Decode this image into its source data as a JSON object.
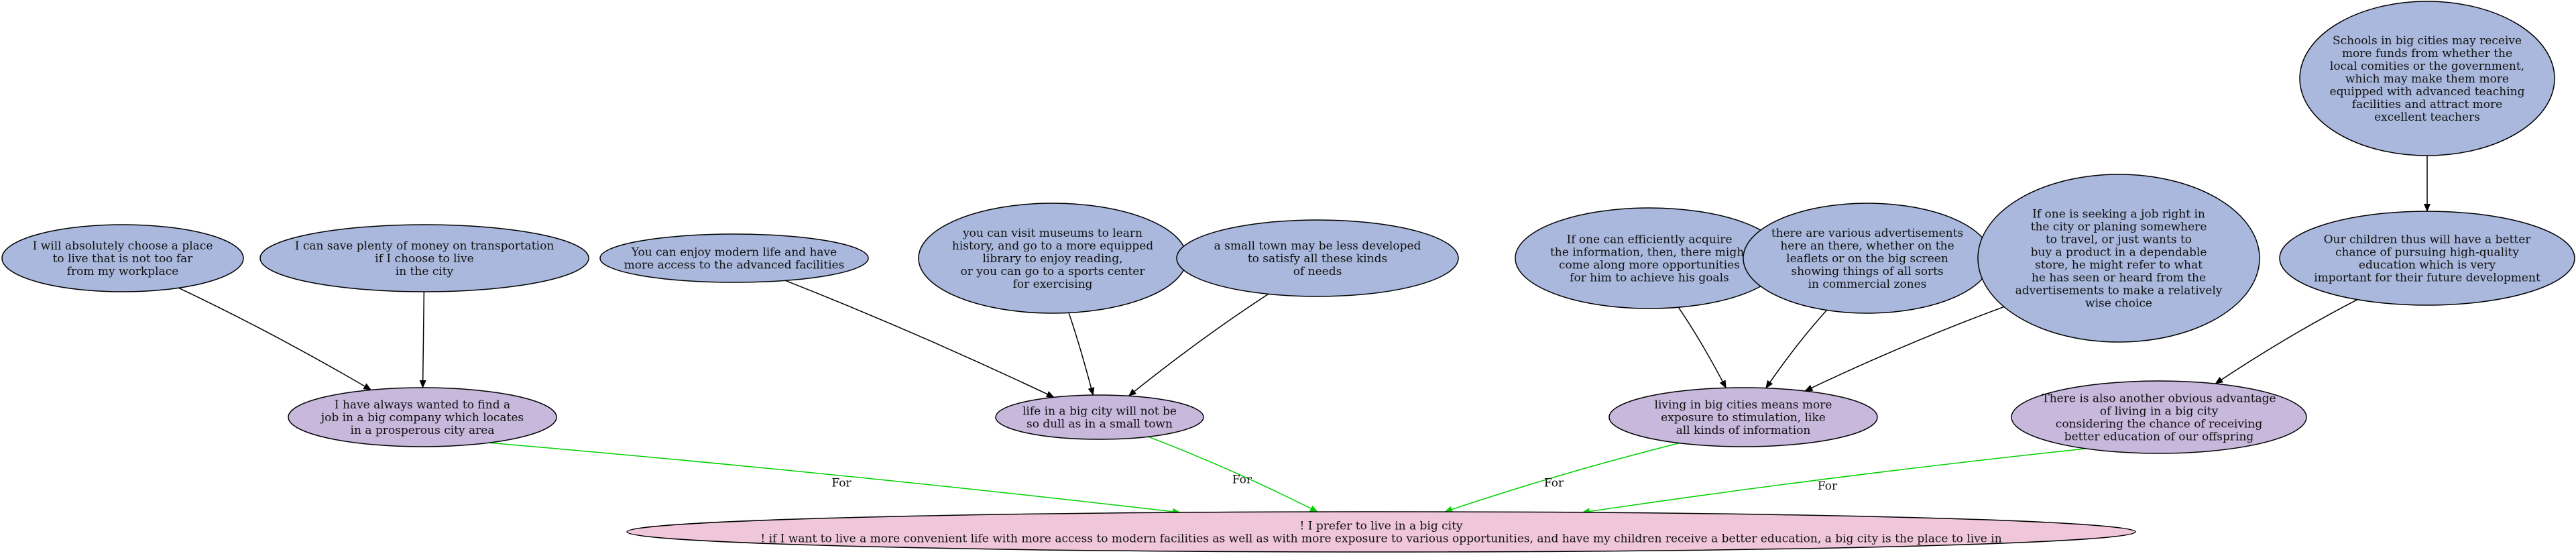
{
  "colors": {
    "reason": "#a9b8dc",
    "support": "#c7b8dc",
    "conclusion": "#f0c6da",
    "support_edge": "#00d000",
    "detail_edge": "#000000"
  },
  "nodes": [
    {
      "id": "root",
      "kind": "conclusion",
      "lines": [
        "! I prefer to live in a big city",
        "! if I want to live a more convenient life with more access to modern facilities as well as with more exposure to various opportunities, and have my children receive a better education, a big city is the place to live in"
      ]
    },
    {
      "id": "s1",
      "kind": "support",
      "lines": [
        "I have always wanted to find a",
        "job in a big company which locates",
        "in a prosperous city area"
      ]
    },
    {
      "id": "s2",
      "kind": "support",
      "lines": [
        "life in a big city will not be",
        "so dull as in a small town"
      ]
    },
    {
      "id": "s3",
      "kind": "support",
      "lines": [
        "living in big cities means more",
        "exposure to stimulation, like",
        "all kinds of information"
      ]
    },
    {
      "id": "s4",
      "kind": "support",
      "lines": [
        "There is also another obvious advantage",
        "of living in a big city",
        "considering the chance of receiving",
        "better education of our offspring"
      ]
    },
    {
      "id": "r1",
      "kind": "reason",
      "lines": [
        "I will absolutely choose a place",
        "to live that is not too far",
        "from my workplace"
      ]
    },
    {
      "id": "r2",
      "kind": "reason",
      "lines": [
        "I can save plenty of money on transportation",
        "if I choose to live",
        "in the city"
      ]
    },
    {
      "id": "r3",
      "kind": "reason",
      "lines": [
        "You can enjoy modern life and have",
        "more access to the advanced facilities"
      ]
    },
    {
      "id": "r4",
      "kind": "reason",
      "lines": [
        "you can visit museums to learn",
        "history, and go to a more equipped",
        "library to enjoy reading,",
        "or you can go to a sports center",
        "for exercising"
      ]
    },
    {
      "id": "r5",
      "kind": "reason",
      "lines": [
        "a small town may be less developed",
        "to satisfy all these kinds",
        "of needs"
      ]
    },
    {
      "id": "r6",
      "kind": "reason",
      "lines": [
        "If one can efficiently acquire",
        "the information, then, there might",
        "come along more opportunities",
        "for him to achieve his goals"
      ]
    },
    {
      "id": "r7",
      "kind": "reason",
      "lines": [
        "there are various advertisements",
        "here an there, whether on the",
        "leaflets or on the big screen",
        "showing things of all sorts",
        "in commercial zones"
      ]
    },
    {
      "id": "r8",
      "kind": "reason",
      "lines": [
        "If one is seeking a job right in",
        "the city or planing somewhere",
        "to travel, or just wants to",
        "buy a product in a dependable",
        "store, he might refer to what",
        "he has seen or heard from the",
        "advertisements to make a relatively",
        "wise choice"
      ]
    },
    {
      "id": "r9",
      "kind": "reason",
      "lines": [
        "Our children thus will have a better",
        "chance of pursuing high-quality",
        "education which is very",
        "important for their future development"
      ]
    },
    {
      "id": "r10",
      "kind": "reason",
      "lines": [
        "Schools in big cities may receive",
        "more funds from whether the",
        "local comities or the government,",
        "which may make them more",
        "equipped with advanced teaching",
        "facilities and attract more",
        "excellent teachers"
      ]
    }
  ],
  "edges": [
    {
      "from": "s1",
      "to": "root",
      "type": "support",
      "label": "For"
    },
    {
      "from": "s2",
      "to": "root",
      "type": "support",
      "label": "For"
    },
    {
      "from": "s3",
      "to": "root",
      "type": "support",
      "label": "For"
    },
    {
      "from": "s4",
      "to": "root",
      "type": "support",
      "label": "For"
    },
    {
      "from": "r1",
      "to": "s1",
      "type": "detail",
      "label": ""
    },
    {
      "from": "r2",
      "to": "s1",
      "type": "detail",
      "label": ""
    },
    {
      "from": "r3",
      "to": "s2",
      "type": "detail",
      "label": ""
    },
    {
      "from": "r4",
      "to": "s2",
      "type": "detail",
      "label": ""
    },
    {
      "from": "r5",
      "to": "s2",
      "type": "detail",
      "label": ""
    },
    {
      "from": "r6",
      "to": "s3",
      "type": "detail",
      "label": ""
    },
    {
      "from": "r7",
      "to": "s3",
      "type": "detail",
      "label": ""
    },
    {
      "from": "r8",
      "to": "s3",
      "type": "detail",
      "label": ""
    },
    {
      "from": "r9",
      "to": "s4",
      "type": "detail",
      "label": ""
    },
    {
      "from": "r10",
      "to": "r9",
      "type": "detail",
      "label": ""
    }
  ]
}
